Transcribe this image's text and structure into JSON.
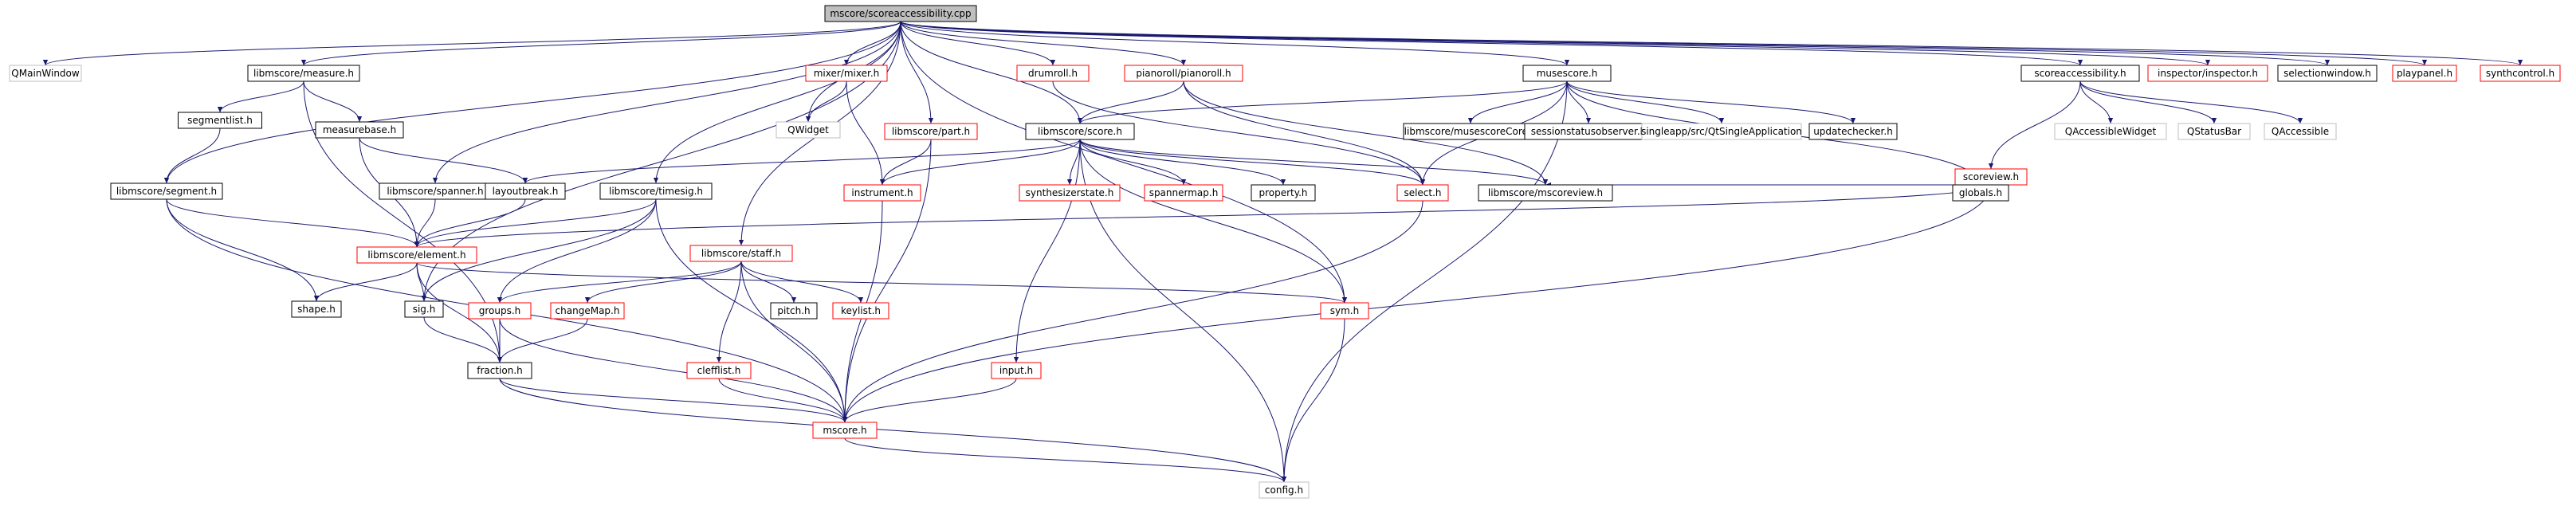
{
  "colors": {
    "edge": "#191970",
    "border_default": "#000000",
    "border_truncated": "#ff0000",
    "border_system": "#bfbfbf",
    "root_fill": "#bfbfbf",
    "node_fill": "#ffffff",
    "text": "#000000"
  },
  "nodes": [
    {
      "id": "root",
      "label": "mscore/scoreaccessibility.cpp",
      "style": "root"
    },
    {
      "id": "qmainwindow",
      "label": "QMainWindow",
      "style": "system"
    },
    {
      "id": "measure",
      "label": "libmscore/measure.h",
      "style": "default"
    },
    {
      "id": "segmentlist",
      "label": "segmentlist.h",
      "style": "default"
    },
    {
      "id": "segment",
      "label": "libmscore/segment.h",
      "style": "default"
    },
    {
      "id": "measurebase",
      "label": "measurebase.h",
      "style": "default"
    },
    {
      "id": "spanner",
      "label": "libmscore/spanner.h",
      "style": "default"
    },
    {
      "id": "layoutbreak",
      "label": "layoutbreak.h",
      "style": "default"
    },
    {
      "id": "timesig",
      "label": "libmscore/timesig.h",
      "style": "default"
    },
    {
      "id": "element",
      "label": "libmscore/element.h",
      "style": "truncated"
    },
    {
      "id": "shape",
      "label": "shape.h",
      "style": "default"
    },
    {
      "id": "sig",
      "label": "sig.h",
      "style": "default"
    },
    {
      "id": "fraction",
      "label": "fraction.h",
      "style": "default"
    },
    {
      "id": "mixer",
      "label": "mixer/mixer.h",
      "style": "truncated"
    },
    {
      "id": "qwidget",
      "label": "QWidget",
      "style": "system"
    },
    {
      "id": "part",
      "label": "libmscore/part.h",
      "style": "truncated"
    },
    {
      "id": "instrument",
      "label": "instrument.h",
      "style": "truncated"
    },
    {
      "id": "staff",
      "label": "libmscore/staff.h",
      "style": "truncated"
    },
    {
      "id": "groups",
      "label": "groups.h",
      "style": "truncated"
    },
    {
      "id": "changemap",
      "label": "changeMap.h",
      "style": "truncated"
    },
    {
      "id": "clefflist",
      "label": "clefflist.h",
      "style": "truncated"
    },
    {
      "id": "pitch",
      "label": "pitch.h",
      "style": "default"
    },
    {
      "id": "keylist",
      "label": "keylist.h",
      "style": "truncated"
    },
    {
      "id": "drumroll",
      "label": "drumroll.h",
      "style": "truncated"
    },
    {
      "id": "pianoroll",
      "label": "pianoroll/pianoroll.h",
      "style": "truncated"
    },
    {
      "id": "score",
      "label": "libmscore/score.h",
      "style": "default"
    },
    {
      "id": "synthesizerstate",
      "label": "synthesizerstate.h",
      "style": "truncated"
    },
    {
      "id": "spannermap",
      "label": "spannermap.h",
      "style": "truncated"
    },
    {
      "id": "property",
      "label": "property.h",
      "style": "default"
    },
    {
      "id": "input",
      "label": "input.h",
      "style": "truncated"
    },
    {
      "id": "mscore",
      "label": "mscore.h",
      "style": "truncated"
    },
    {
      "id": "select",
      "label": "select.h",
      "style": "truncated"
    },
    {
      "id": "musescore",
      "label": "musescore.h",
      "style": "default"
    },
    {
      "id": "musescorecore",
      "label": "libmscore/musescoreCore.h",
      "style": "default"
    },
    {
      "id": "sessionstatusobserver",
      "label": "sessionstatusobserver.h",
      "style": "default"
    },
    {
      "id": "qtsingle",
      "label": "singleapp/src/QtSingleApplication",
      "style": "system"
    },
    {
      "id": "updatechecker",
      "label": "updatechecker.h",
      "style": "default"
    },
    {
      "id": "mscoreview",
      "label": "libmscore/mscoreview.h",
      "style": "default"
    },
    {
      "id": "sym",
      "label": "sym.h",
      "style": "truncated"
    },
    {
      "id": "config",
      "label": "config.h",
      "style": "system"
    },
    {
      "id": "scoreaccessibility",
      "label": "scoreaccessibility.h",
      "style": "default"
    },
    {
      "id": "scoreview",
      "label": "scoreview.h",
      "style": "truncated"
    },
    {
      "id": "globals",
      "label": "globals.h",
      "style": "default"
    },
    {
      "id": "qaccessiblewidget",
      "label": "QAccessibleWidget",
      "style": "system"
    },
    {
      "id": "qstatusbar",
      "label": "QStatusBar",
      "style": "system"
    },
    {
      "id": "qaccessible",
      "label": "QAccessible",
      "style": "system"
    },
    {
      "id": "inspector",
      "label": "inspector/inspector.h",
      "style": "truncated"
    },
    {
      "id": "selectionwindow",
      "label": "selectionwindow.h",
      "style": "default"
    },
    {
      "id": "playpanel",
      "label": "playpanel.h",
      "style": "truncated"
    },
    {
      "id": "synthcontrol",
      "label": "synthcontrol.h",
      "style": "truncated"
    }
  ],
  "edges": [
    [
      "root",
      "qmainwindow"
    ],
    [
      "root",
      "measure"
    ],
    [
      "root",
      "segment"
    ],
    [
      "root",
      "spanner"
    ],
    [
      "root",
      "sig"
    ],
    [
      "root",
      "timesig"
    ],
    [
      "root",
      "qwidget"
    ],
    [
      "root",
      "mixer"
    ],
    [
      "root",
      "staff"
    ],
    [
      "root",
      "part"
    ],
    [
      "root",
      "drumroll"
    ],
    [
      "root",
      "pianoroll"
    ],
    [
      "root",
      "score"
    ],
    [
      "root",
      "musescore"
    ],
    [
      "root",
      "sym"
    ],
    [
      "root",
      "scoreaccessibility"
    ],
    [
      "root",
      "inspector"
    ],
    [
      "root",
      "selectionwindow"
    ],
    [
      "root",
      "playpanel"
    ],
    [
      "root",
      "synthcontrol"
    ],
    [
      "measure",
      "segmentlist"
    ],
    [
      "measure",
      "measurebase"
    ],
    [
      "measure",
      "fraction"
    ],
    [
      "segmentlist",
      "segment"
    ],
    [
      "segment",
      "shape"
    ],
    [
      "segment",
      "element"
    ],
    [
      "segment",
      "mscore"
    ],
    [
      "measurebase",
      "element"
    ],
    [
      "measurebase",
      "layoutbreak"
    ],
    [
      "spanner",
      "element"
    ],
    [
      "layoutbreak",
      "element"
    ],
    [
      "timesig",
      "element"
    ],
    [
      "timesig",
      "sig"
    ],
    [
      "timesig",
      "groups"
    ],
    [
      "timesig",
      "mscore"
    ],
    [
      "element",
      "shape"
    ],
    [
      "element",
      "sig"
    ],
    [
      "element",
      "fraction"
    ],
    [
      "element",
      "sym"
    ],
    [
      "sig",
      "fraction"
    ],
    [
      "groups",
      "fraction"
    ],
    [
      "groups",
      "mscore"
    ],
    [
      "changemap",
      "fraction"
    ],
    [
      "fraction",
      "mscore"
    ],
    [
      "fraction",
      "config"
    ],
    [
      "mixer",
      "qwidget"
    ],
    [
      "mixer",
      "instrument"
    ],
    [
      "part",
      "instrument"
    ],
    [
      "part",
      "mscore"
    ],
    [
      "instrument",
      "mscore"
    ],
    [
      "staff",
      "groups"
    ],
    [
      "staff",
      "changemap"
    ],
    [
      "staff",
      "clefflist"
    ],
    [
      "staff",
      "pitch"
    ],
    [
      "staff",
      "keylist"
    ],
    [
      "staff",
      "mscore"
    ],
    [
      "clefflist",
      "mscore"
    ],
    [
      "pianoroll",
      "score"
    ],
    [
      "pianoroll",
      "select"
    ],
    [
      "pianoroll",
      "mscoreview"
    ],
    [
      "drumroll",
      "select"
    ],
    [
      "score",
      "layoutbreak"
    ],
    [
      "score",
      "instrument"
    ],
    [
      "score",
      "synthesizerstate"
    ],
    [
      "score",
      "spannermap"
    ],
    [
      "score",
      "property"
    ],
    [
      "score",
      "input"
    ],
    [
      "score",
      "select"
    ],
    [
      "score",
      "mscoreview"
    ],
    [
      "score",
      "sym"
    ],
    [
      "score",
      "config"
    ],
    [
      "input",
      "mscore"
    ],
    [
      "select",
      "mscore"
    ],
    [
      "musescore",
      "score"
    ],
    [
      "musescore",
      "musescorecore"
    ],
    [
      "musescore",
      "sessionstatusobserver"
    ],
    [
      "musescore",
      "qtsingle"
    ],
    [
      "musescore",
      "updatechecker"
    ],
    [
      "musescore",
      "globals"
    ],
    [
      "musescore",
      "config"
    ],
    [
      "musescore",
      "select"
    ],
    [
      "sym",
      "config"
    ],
    [
      "mscore",
      "config"
    ],
    [
      "scoreaccessibility",
      "scoreview"
    ],
    [
      "scoreaccessibility",
      "qaccessiblewidget"
    ],
    [
      "scoreaccessibility",
      "qstatusbar"
    ],
    [
      "scoreaccessibility",
      "qaccessible"
    ],
    [
      "scoreview",
      "globals"
    ],
    [
      "scoreview",
      "mscoreview"
    ],
    [
      "scoreview",
      "element"
    ],
    [
      "scoreview",
      "mscore"
    ]
  ]
}
